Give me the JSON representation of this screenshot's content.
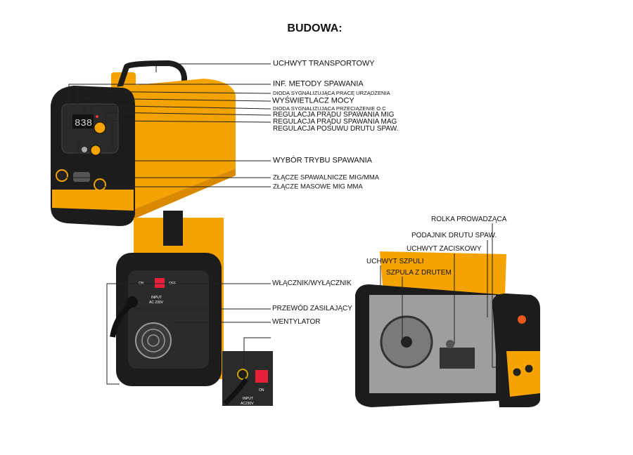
{
  "title": "BUDOWA:",
  "front_labels": [
    "UCHWYT TRANSPORTOWY",
    "INF. METODY SPAWANIA",
    "DIODA SYGNALIZUJĄCA PRACĘ URZĄDZENIA",
    "WYŚWIETLACZ MOCY",
    "DIODA SYGNALIZUJĄCA PRZECIĄŻENIE O.C",
    "REGULACJA PRĄDU SPAWANIA MIG",
    "REGULACJA PRĄDU SPAWANIA MAG",
    "REGULACJA POSUWU DRUTU SPAW.",
    "WYBÓR TRYBU SPAWANIA",
    "ZŁĄCZE SPAWALNICZE MIG/MMA",
    "ZŁĄCZE MASOWE MIG MMA"
  ],
  "back_labels": [
    "WŁĄCZNIK/WYŁĄCZNIK",
    "PRZEWÓD ZASILAJĄCY",
    "WENTYLATOR"
  ],
  "inside_labels": [
    "ROLKA PROWADZĄCA",
    "PODAJNIK DRUTU SPAW.",
    "UCHWYT ZACISKOWY",
    "UCHWYT SZPULI",
    "SZPULA Z DRUTEM"
  ],
  "device_text": {
    "display": "838",
    "on": "ON",
    "off": "OFF",
    "input1": "INPUT",
    "input2": "AC 230V",
    "inset_on": "ON",
    "inset_input1": "INPUT",
    "inset_input2": "AC230V"
  },
  "colors": {
    "body": "#f5a300",
    "dark": "#1c1c1c",
    "switch": "#e8203a"
  }
}
